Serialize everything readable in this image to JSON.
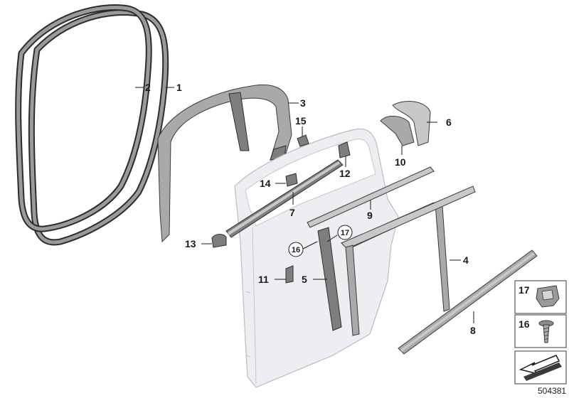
{
  "document_number": "504381",
  "callouts": {
    "c1": "1",
    "c2": "2",
    "c3": "3",
    "c4": "4",
    "c5": "5",
    "c6": "6",
    "c7": "7",
    "c8": "8",
    "c9": "9",
    "c10": "10",
    "c11": "11",
    "c12": "12",
    "c13": "13",
    "c14": "14",
    "c15": "15",
    "c16": "16",
    "c17": "17"
  },
  "legend": {
    "item_17": "17",
    "item_16": "16"
  },
  "icons": {
    "direction": "arrow-direction-icon",
    "clip": "clip-nut-icon",
    "screw": "screw-icon"
  },
  "colors": {
    "line": "#1a1a1a",
    "door_panel": "#eceef2",
    "part_dark": "#7e7e7e",
    "part_light": "#c8c8c8"
  }
}
